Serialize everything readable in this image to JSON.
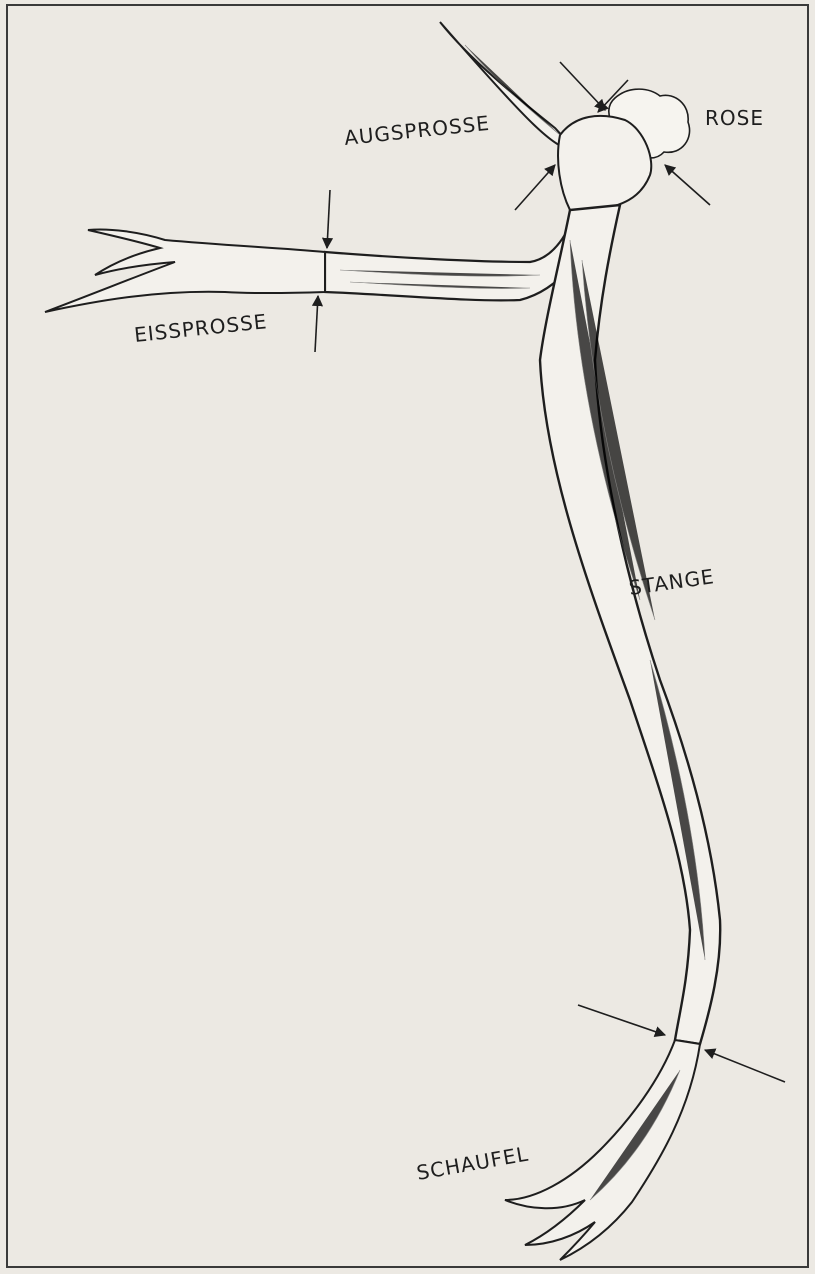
{
  "labels": {
    "augsprosse": "AUGSPROSSE",
    "rose": "ROSE",
    "eissprosse": "EISSPROSSE",
    "stange": "STANGE",
    "schaufel": "SCHAUFEL"
  },
  "colors": {
    "paper": "#ece9e3",
    "ink": "#1e1e1e",
    "antler_fill": "#f3f1ec"
  }
}
